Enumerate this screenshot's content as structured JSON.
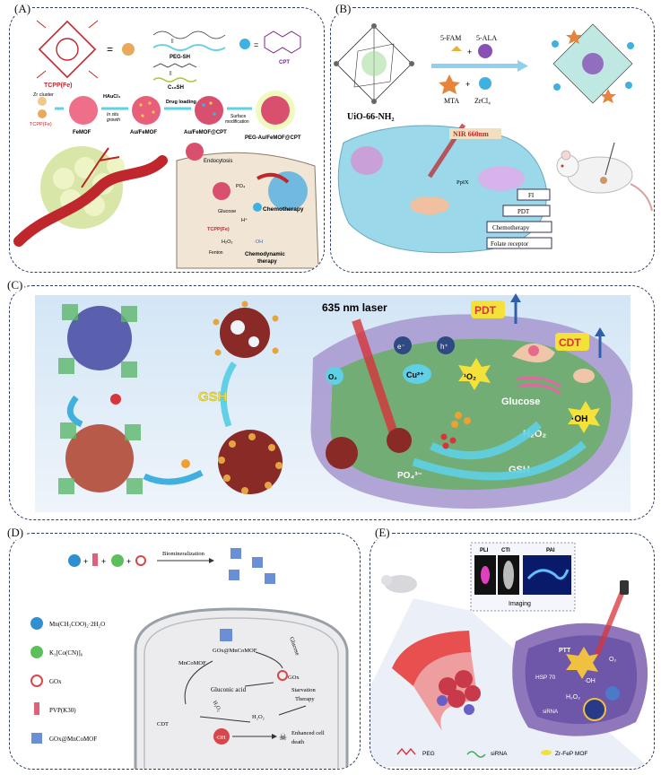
{
  "panels": {
    "A": {
      "label": "(A)",
      "tcpp": "TCPP(Fe)",
      "peg_sh": "PEG-SH",
      "c18sh": "C₁₈SH",
      "cpt": "CPT",
      "zr_cluster": "Zr cluster",
      "tcpp2": "TCPP(Fe)",
      "haucl4": "HAuCl₄",
      "insitu1": "In situ",
      "insitu2": "growth",
      "drug_loading": "Drug loading",
      "surface1": "Surface",
      "surface2": "modification",
      "femof": "FeMOF",
      "au_femof": "Au/FeMOF",
      "au_femof_cpt": "Au/FeMOF@CPT",
      "peg_au": "PEG-Au/FeMOF@CPT",
      "endocytosis": "Endocytosis",
      "po4": "PO₄",
      "chemotherapy": "Chemotherapy",
      "glucose": "Glucose",
      "hplus": "H⁺",
      "tcpp3": "TCPP(Fe)",
      "h2o2": "H₂O₂",
      "oh": "·OH",
      "fenton": "Fenton",
      "chemodynamic1": "Chemodynamic",
      "chemodynamic2": "therapy"
    },
    "B": {
      "label": "(B)",
      "fam": "5-FAM",
      "ala": "5-ALA",
      "mta": "MTA",
      "zrcl4": "ZrCl₄",
      "uio": "UiO-66-NH₂",
      "nir": "NIR 660nm",
      "ppix": "PpIX",
      "fi": "FI",
      "pdt": "PDT",
      "chemo": "Chemotherapy",
      "folate": "Folate receptor"
    },
    "C": {
      "label": "(C)",
      "laser": "635 nm laser",
      "pdt": "PDT",
      "cdt": "CDT",
      "eminus": "e⁻",
      "hplus": "h⁺",
      "o2": "O₂",
      "cu2": "Cu²⁺",
      "singlet": "¹O₂",
      "glucose": "Glucose",
      "oh": "·OH",
      "h2o2": "H₂O₂",
      "gsh": "GSH",
      "gsh2": "GSH",
      "po4": "PO₄³⁻"
    },
    "D": {
      "label": "(D)",
      "biomin": "Biomineralization",
      "legend": [
        {
          "text": "Mn(CH₃COO)₂·2H₂O",
          "color": "#2f8fcf"
        },
        {
          "text": "K₃[Co(CN)]₆",
          "color": "#5cbf5c"
        },
        {
          "text": "GOx",
          "color": "#d9464a"
        },
        {
          "text": "PVP(K30)",
          "color": "#e0607a"
        },
        {
          "text": "GOx@MnCoMOF",
          "color": "#6b8fd6"
        }
      ],
      "goxmof": "GOx@MnCoMOF",
      "glucose": "Glucose",
      "mncomof": "MnCoMOF",
      "gox": "GOx",
      "gluconic": "Gluconic acid",
      "starv1": "Starvation",
      "starv2": "Therapy",
      "h2o2a": "H₂O₂",
      "h2o2b": "H₂O₂",
      "cdt": "CDT",
      "oh": "·OH",
      "enh1": "Enhanced cell",
      "enh2": "death"
    },
    "E": {
      "label": "(E)",
      "pli": "PLI",
      "cti": "CTI",
      "pai": "PAI",
      "imaging": "Imaging",
      "ptt": "PTT",
      "o2": "O₂",
      "oh": "·OH",
      "hsp": "HSP 70",
      "h2o2": "H₂O₂",
      "sirna_mid": "siRNA",
      "leg_peg": "PEG",
      "leg_sirna": "siRNA",
      "leg_mof": "Zr-FeP MOF"
    }
  },
  "colors": {
    "border": "#2c3a66",
    "cell_purple": "#6f5fb8",
    "arrow_cyan": "#5fd0e6",
    "red": "#c0272d",
    "yellow": "#f5e33a"
  }
}
